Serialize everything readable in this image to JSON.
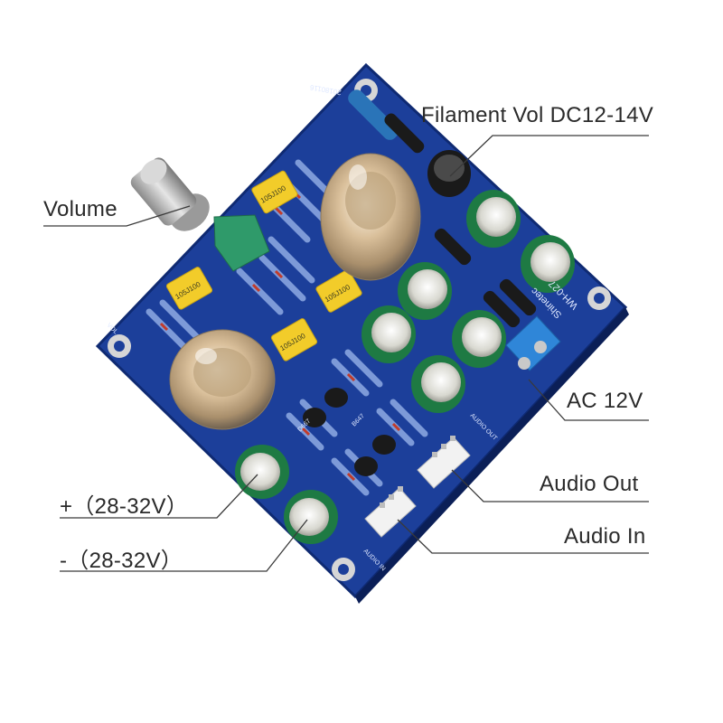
{
  "labels": {
    "filament": "Filament Vol DC12-14V",
    "volume": "Volume",
    "ac": "AC 12V",
    "audio_out": "Audio Out",
    "audio_in": "Audio In",
    "plus": "+（28-32V）",
    "minus": "-（28-32V）"
  },
  "board": {
    "brand": "Shinetec",
    "model": "WH-027",
    "cap_marking": "105J100",
    "transistor_a": "D667",
    "transistor_b": "B647",
    "out_silk": "AUDIO OUT",
    "in_silk": "AUDIO IN",
    "date_code": "20180116",
    "v_silk": "VOL"
  },
  "colors": {
    "board": "#1c3f9a",
    "caps_green": "#1e7a43",
    "film_cap": "#f2cc2a",
    "terminal": "#2f86d8"
  }
}
